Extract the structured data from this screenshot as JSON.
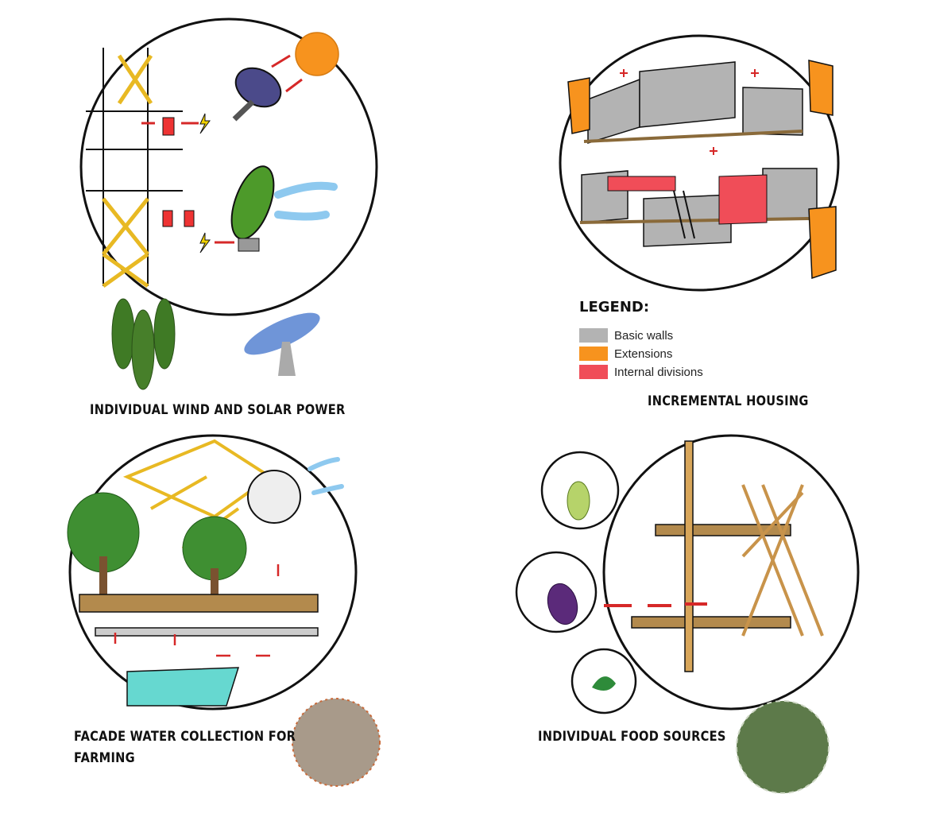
{
  "captions": {
    "wind_solar": "INDIVIDUAL WIND AND SOLAR POWER",
    "incremental": "INCREMENTAL HOUSING",
    "water_line1": "FACADE WATER COLLECTION FOR",
    "water_line2": "FARMING",
    "food": "INDIVIDUAL FOOD SOURCES"
  },
  "legend": {
    "title": "LEGEND:",
    "items": [
      {
        "label": "Basic walls",
        "color": "#b3b3b3"
      },
      {
        "label": "Extensions",
        "color": "#f7931e"
      },
      {
        "label": "Internal divisions",
        "color": "#f04d58"
      }
    ]
  },
  "colors": {
    "sun": "#f7931e",
    "wind_green": "#4d9a2a",
    "solar_blue": "#5a78c8",
    "structure": "#f2c230",
    "wood": "#8a6a3a",
    "arrow_red": "#d62828",
    "tree_green": "#3f8f32",
    "water": "#66d8d0",
    "eggplant": "#5b2a7a",
    "grape": "#b6d36a"
  }
}
